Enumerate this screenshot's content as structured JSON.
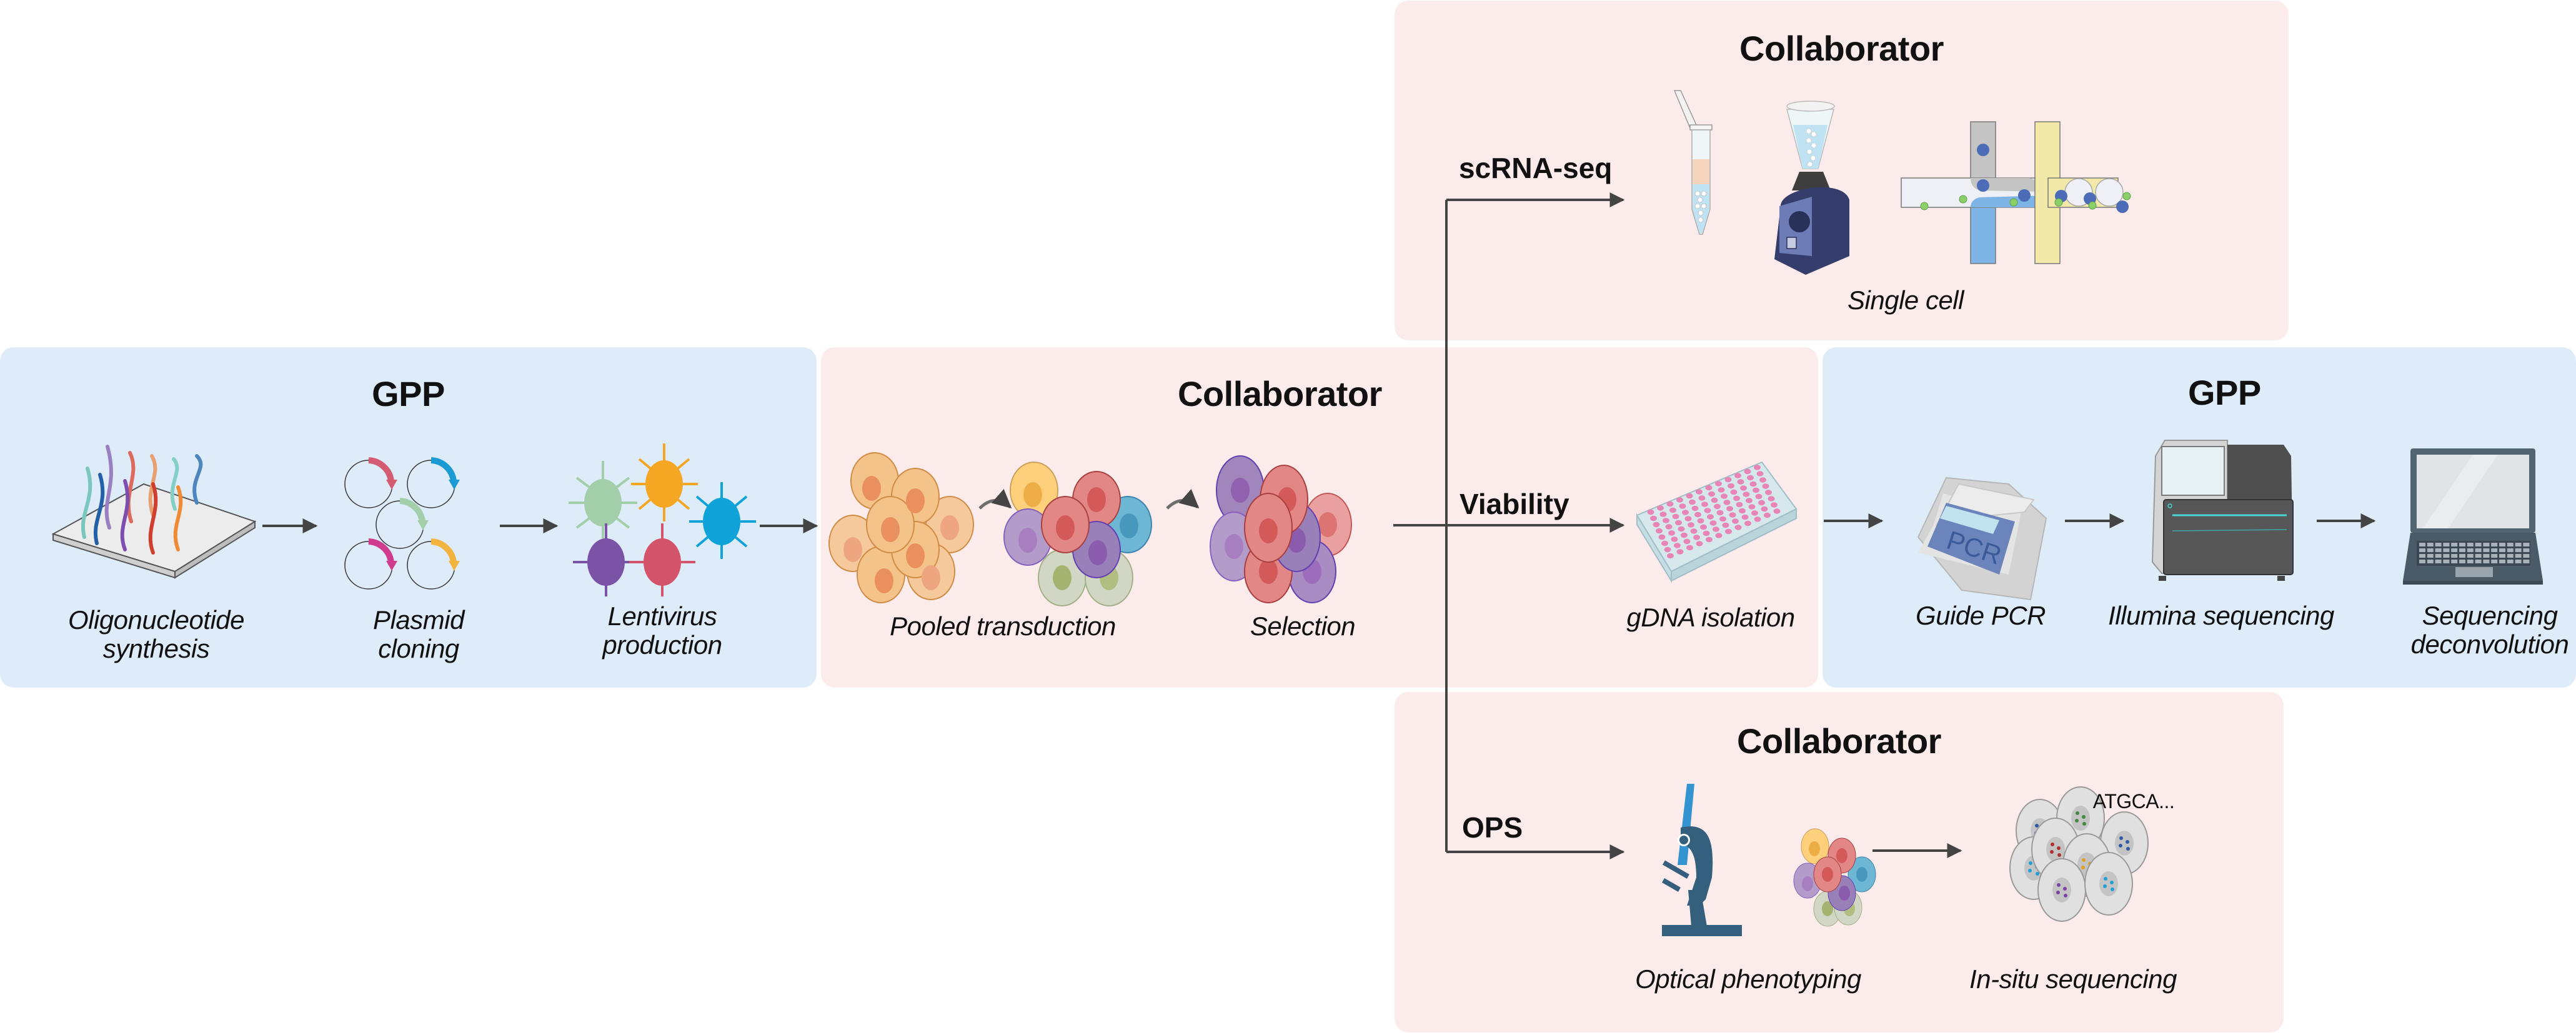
{
  "panels": {
    "gpp_left": {
      "title": "GPP",
      "steps": [
        {
          "label_line1": "Oligonucleotide",
          "label_line2": "synthesis",
          "icon": "oligo-array-icon"
        },
        {
          "label_line1": "Plasmid",
          "label_line2": "cloning",
          "icon": "plasmid-icon"
        },
        {
          "label_line1": "Lentivirus",
          "label_line2": "production",
          "icon": "virus-icon"
        }
      ]
    },
    "collab_middle": {
      "title": "Collaborator",
      "steps": [
        {
          "label": "Pooled transduction",
          "icon": "cell-cluster-icon"
        },
        {
          "label": "Selection",
          "icon": "selected-cells-icon"
        },
        {
          "label": "gDNA isolation",
          "icon": "well-plate-icon"
        }
      ]
    },
    "gpp_right": {
      "title": "GPP",
      "steps": [
        {
          "label": "Guide PCR",
          "icon": "pcr-machine-icon",
          "screen_text": "PCR"
        },
        {
          "label": "Illumina sequencing",
          "icon": "sequencer-icon"
        },
        {
          "label_line1": "Sequencing",
          "label_line2": "deconvolution",
          "icon": "laptop-icon"
        }
      ]
    },
    "collab_top": {
      "title": "Collaborator",
      "steps": [
        {
          "label": "Single cell",
          "icon": "microfluidics-icon"
        }
      ]
    },
    "collab_bottom": {
      "title": "Collaborator",
      "steps": [
        {
          "label": "Optical phenotyping",
          "icon": "microscope-icon"
        },
        {
          "label": "In-situ sequencing",
          "icon": "in-situ-cells-icon",
          "annotation": "ATGCA..."
        }
      ]
    }
  },
  "branches": {
    "scrna": "scRNA-seq",
    "viability": "Viability",
    "ops": "OPS"
  },
  "colors": {
    "gpp_panel": "#deebf8",
    "collaborator_panel": "#fcebeb",
    "arrow": "#444444"
  }
}
